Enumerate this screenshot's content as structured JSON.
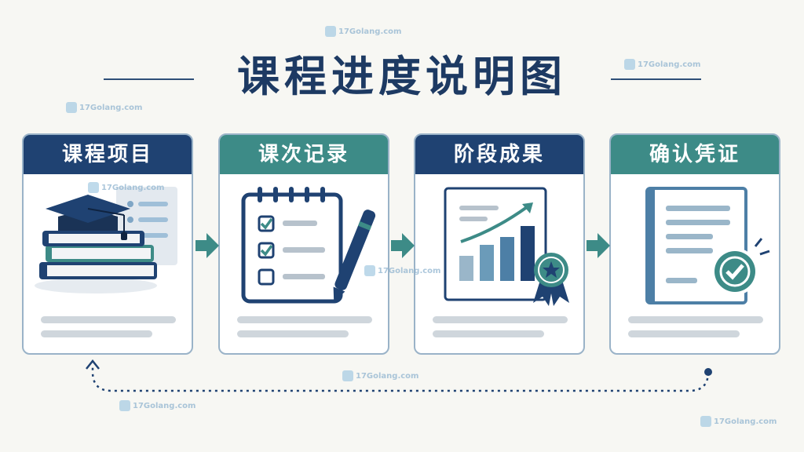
{
  "title": "课程进度说明图",
  "steps": [
    {
      "label": "课程项目",
      "icon": "graduation-books-icon"
    },
    {
      "label": "课次记录",
      "icon": "checklist-notepad-icon"
    },
    {
      "label": "阶段成果",
      "icon": "growth-chart-badge-icon"
    },
    {
      "label": "确认凭证",
      "icon": "certificate-check-icon"
    }
  ],
  "watermark": "17Golang.com",
  "colors": {
    "navy": "#1f4272",
    "teal": "#3d8b87",
    "title": "#1d3a63",
    "background": "#f7f7f3"
  }
}
